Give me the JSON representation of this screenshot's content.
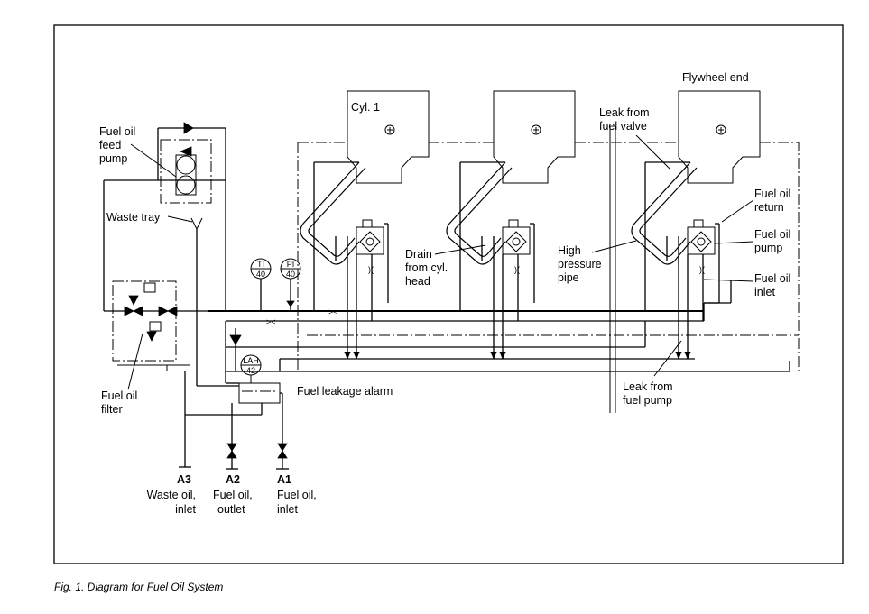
{
  "figure": {
    "caption": "Fig. 1. Diagram for Fuel Oil System"
  },
  "labels": {
    "fuel_oil_feed_pump": [
      "Fuel oil",
      "feed",
      "pump"
    ],
    "waste_tray": "Waste tray",
    "fuel_oil_filter": [
      "Fuel oil",
      "filter"
    ],
    "cyl_1": "Cyl. 1",
    "flywheel_end": "Flywheel end",
    "leak_from_fuel_valve": [
      "Leak from",
      "fuel valve"
    ],
    "fuel_oil_return": [
      "Fuel oil",
      "return"
    ],
    "fuel_oil_pump": [
      "Fuel oil",
      "pump"
    ],
    "fuel_oil_inlet": [
      "Fuel oil",
      "inlet"
    ],
    "drain_from_cyl_head": [
      "Drain",
      "from cyl.",
      "head"
    ],
    "high_pressure_pipe": [
      "High",
      "pressure",
      "pipe"
    ],
    "fuel_leakage_alarm": "Fuel leakage alarm",
    "leak_from_fuel_pump": [
      "Leak from",
      "fuel pump"
    ]
  },
  "instruments": {
    "ti": {
      "tag": "TI",
      "num": "40"
    },
    "pi": {
      "tag": "PI",
      "num": "40"
    },
    "lah": {
      "tag": "LAH",
      "num": "42"
    }
  },
  "connections": [
    {
      "code": "A3",
      "desc": [
        "Waste oil,",
        "inlet"
      ]
    },
    {
      "code": "A2",
      "desc": [
        "Fuel oil,",
        "outlet"
      ]
    },
    {
      "code": "A1",
      "desc": [
        "Fuel oil,",
        "inlet"
      ]
    }
  ]
}
